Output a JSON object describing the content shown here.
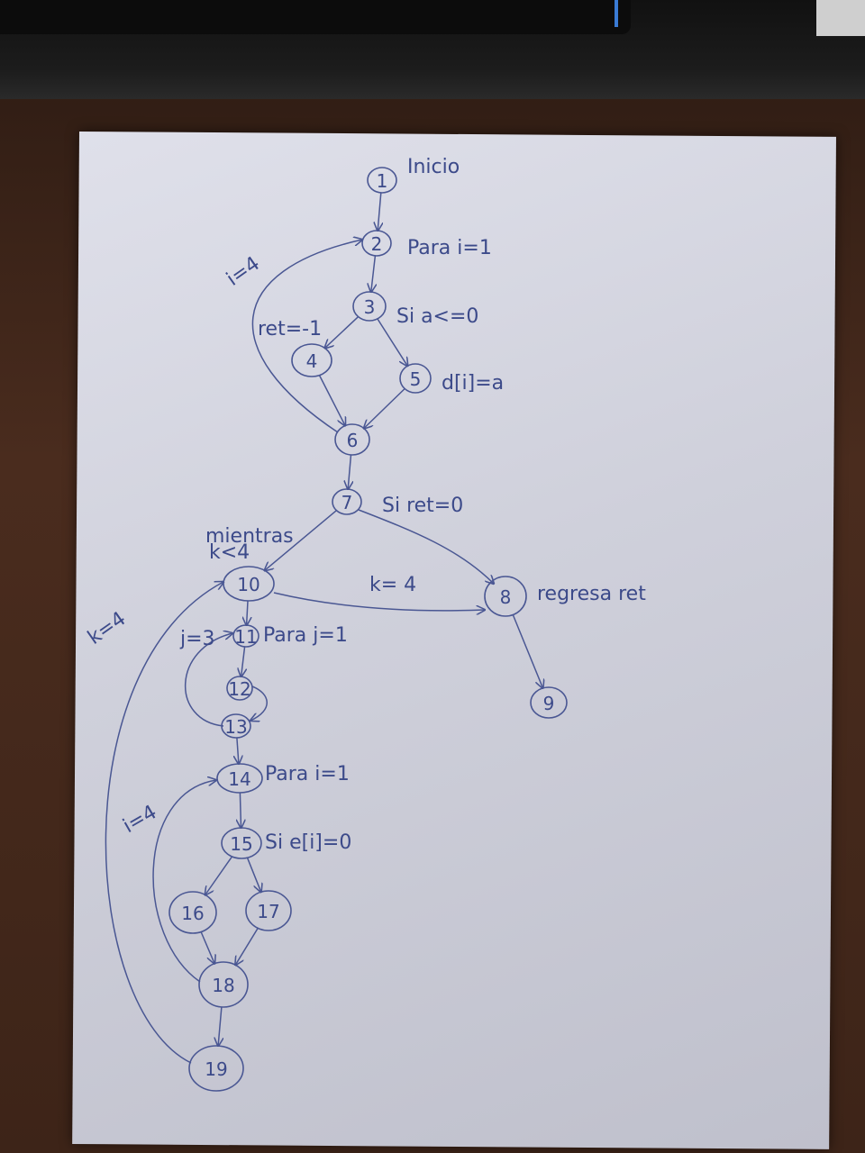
{
  "nodes": [
    {
      "id": "1",
      "label": "1"
    },
    {
      "id": "2",
      "label": "2"
    },
    {
      "id": "3",
      "label": "3"
    },
    {
      "id": "4",
      "label": "4"
    },
    {
      "id": "5",
      "label": "5"
    },
    {
      "id": "6",
      "label": "6"
    },
    {
      "id": "7",
      "label": "7"
    },
    {
      "id": "8",
      "label": "8"
    },
    {
      "id": "9",
      "label": "9"
    },
    {
      "id": "10",
      "label": "10"
    },
    {
      "id": "11",
      "label": "11"
    },
    {
      "id": "12",
      "label": "12"
    },
    {
      "id": "13",
      "label": "13"
    },
    {
      "id": "14",
      "label": "14"
    },
    {
      "id": "15",
      "label": "15"
    },
    {
      "id": "16",
      "label": "16"
    },
    {
      "id": "17",
      "label": "17"
    },
    {
      "id": "18",
      "label": "18"
    },
    {
      "id": "19",
      "label": "19"
    }
  ],
  "edges": [
    {
      "from": "1",
      "to": "2"
    },
    {
      "from": "2",
      "to": "3"
    },
    {
      "from": "3",
      "to": "4"
    },
    {
      "from": "3",
      "to": "5"
    },
    {
      "from": "4",
      "to": "6"
    },
    {
      "from": "5",
      "to": "6"
    },
    {
      "from": "6",
      "to": "2",
      "label": "i=4"
    },
    {
      "from": "6",
      "to": "7"
    },
    {
      "from": "7",
      "to": "10"
    },
    {
      "from": "7",
      "to": "8"
    },
    {
      "from": "10",
      "to": "8",
      "label": "k= 4"
    },
    {
      "from": "8",
      "to": "9"
    },
    {
      "from": "10",
      "to": "11"
    },
    {
      "from": "11",
      "to": "12"
    },
    {
      "from": "12",
      "to": "13"
    },
    {
      "from": "13",
      "to": "11",
      "label": "j=3"
    },
    {
      "from": "13",
      "to": "14"
    },
    {
      "from": "14",
      "to": "15"
    },
    {
      "from": "15",
      "to": "16"
    },
    {
      "from": "15",
      "to": "17"
    },
    {
      "from": "16",
      "to": "18"
    },
    {
      "from": "17",
      "to": "18"
    },
    {
      "from": "18",
      "to": "14",
      "label": "i=4"
    },
    {
      "from": "18",
      "to": "19"
    },
    {
      "from": "19",
      "to": "10",
      "label": "k=4"
    }
  ],
  "annotations": {
    "n1": "Inicio",
    "n2": "Para i=1",
    "n3": "Si a<=0",
    "n4": "ret=-1",
    "n5": "d[i]=a",
    "n7": "Si ret=0",
    "n8": "regresa ret",
    "n10_line1": "mientras",
    "n10_line2": "k<4",
    "n11": "Para j=1",
    "n14": "Para i=1",
    "n15": "Si e[i]=0"
  },
  "colors": {
    "ink": "#4a5793",
    "paper": "#d4d5df"
  }
}
